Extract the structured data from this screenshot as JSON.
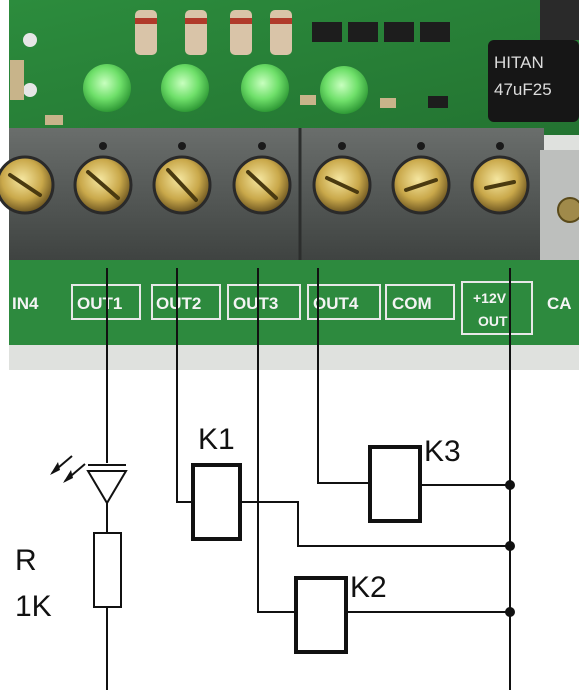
{
  "pcb": {
    "terminals": [
      "IN4",
      "OUT1",
      "OUT2",
      "OUT3",
      "OUT4",
      "COM",
      "+12V",
      "OUT",
      "CA"
    ],
    "capacitor": {
      "line1": "HITAN",
      "line2": "47uF25"
    }
  },
  "schematic": {
    "led_resistor": {
      "name": "R",
      "value": "1K"
    },
    "relays": [
      "K1",
      "K2",
      "K3"
    ]
  },
  "colors": {
    "pcb_green": "#2f8a3c",
    "led_green": "#6fe06a",
    "terminal_gray": "#5b5f5d",
    "wire": "#111111"
  }
}
